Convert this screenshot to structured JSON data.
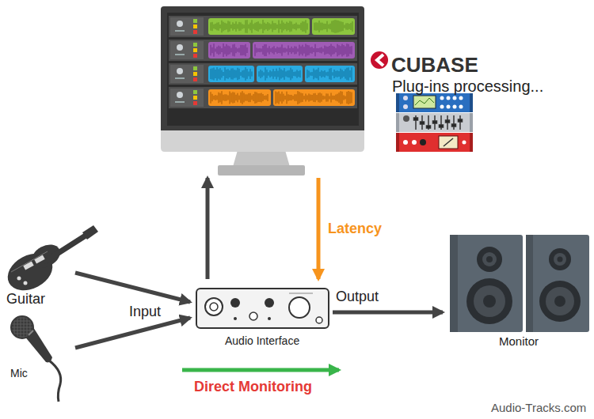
{
  "diagram": {
    "nodes": [
      {
        "text": [
          "CUBASE",
          "Plug-ins processing..."
        ]
      },
      {
        "text": [
          "Guitar"
        ]
      },
      {
        "text": [
          "Mic"
        ]
      },
      {
        "text": [
          "Audio Interface"
        ]
      },
      {
        "text": [
          "Monitor"
        ]
      }
    ],
    "edges": [
      {
        "from": 1,
        "to": 3,
        "arrow": "to"
      },
      {
        "from": 2,
        "to": 3,
        "arrow": "to"
      },
      {
        "from": 3,
        "to": 0,
        "arrow": "to"
      },
      {
        "from": 0,
        "to": 3,
        "label": "Latency",
        "arrow": "to"
      },
      {
        "from": 3,
        "to": 4,
        "label": "Output",
        "arrow": "to"
      }
    ],
    "labels": [
      "Input",
      "Direct Monitoring",
      "Audio-Tracks.com"
    ]
  }
}
